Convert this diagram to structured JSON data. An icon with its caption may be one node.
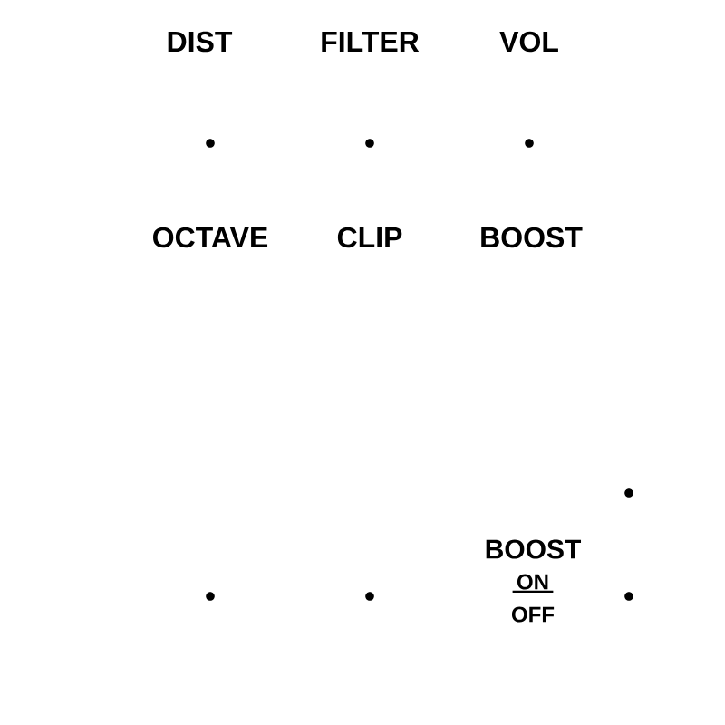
{
  "diagram": {
    "labels": [
      "DIST",
      "FILTER",
      "VOL",
      "OCTAVE",
      "CLIP",
      "BOOST",
      "BOOST",
      "ON",
      "OFF"
    ]
  }
}
